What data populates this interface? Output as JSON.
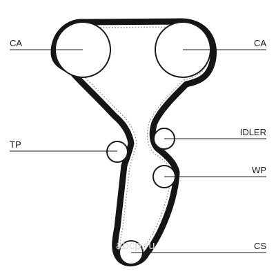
{
  "labels": {
    "ca_left": "CA",
    "ca_right": "CA",
    "tp": "TP",
    "idler": "IDLER",
    "wp": "WP",
    "cs": "CS"
  },
  "watermark": "abcp.ru",
  "colors": {
    "belt": "#151515",
    "belt_teeth": "#8a8a8a",
    "pulley_stroke": "#1a1a1a",
    "leader_line": "#1a1a1a",
    "watermark": "#d9d9d9"
  }
}
